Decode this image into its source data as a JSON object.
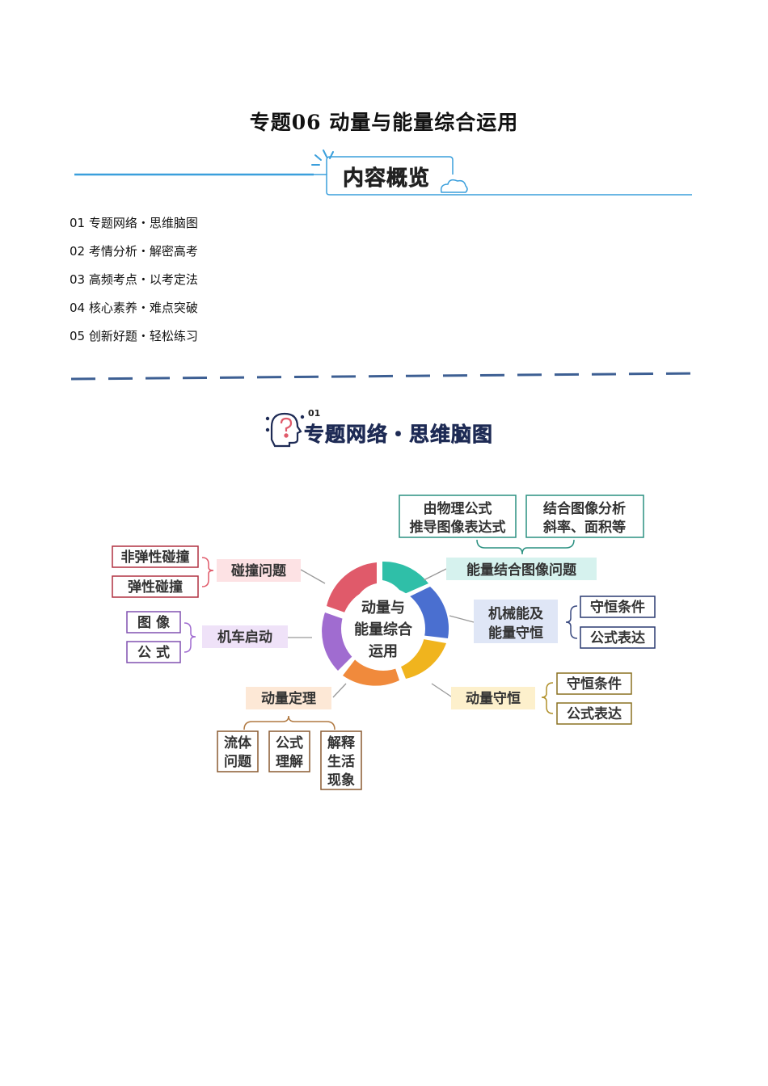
{
  "document": {
    "title": "专题06 动量与能量综合运用",
    "overview_label": "内容概览"
  },
  "toc": [
    "01 专题网络・思维脑图",
    "02 考情分析・解密高考",
    "03 高频考点・以考定法",
    "04 核心素养・难点突破",
    "05 创新好题・轻松练习"
  ],
  "section": {
    "number": "01",
    "title": "专题网络・思维脑图"
  },
  "mindmap": {
    "center": [
      "动量与",
      "能量综合",
      "运用"
    ],
    "branches": {
      "collision": {
        "label": "碰撞问题",
        "color": "#e05a6a",
        "children": [
          "非弹性碰撞",
          "弹性碰撞"
        ]
      },
      "locomotive": {
        "label": "机车启动",
        "color": "#a06cd0",
        "children": [
          "图 像",
          "公 式"
        ]
      },
      "theorem": {
        "label": "动量定理",
        "color": "#f08a3c",
        "children": [
          [
            "流体",
            "问题"
          ],
          [
            "公式",
            "理解"
          ],
          [
            "解释",
            "生活",
            "现象"
          ]
        ]
      },
      "conservation": {
        "label": "动量守恒",
        "color": "#f0b41e",
        "children": [
          "守恒条件",
          "公式表达"
        ]
      },
      "mechanical": {
        "label": [
          "机械能及",
          "能量守恒"
        ],
        "color": "#4a6fd0",
        "children": [
          "守恒条件",
          "公式表达"
        ]
      },
      "graph": {
        "label": "能量结合图像问题",
        "color": "#2fbfa8",
        "children": [
          [
            "由物理公式",
            "推导图像表达式"
          ],
          [
            "结合图像分析",
            "斜率、面积等"
          ]
        ]
      }
    }
  }
}
